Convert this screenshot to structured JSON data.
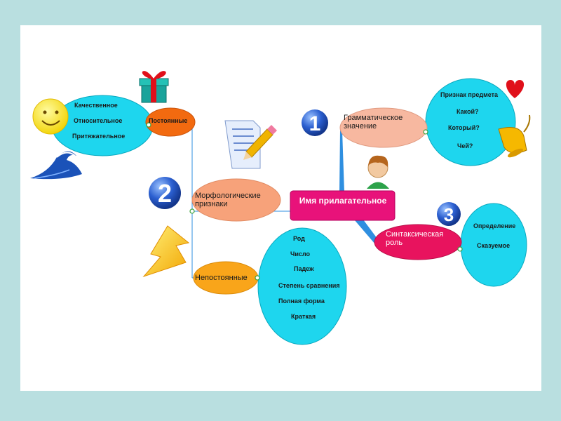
{
  "center": {
    "label": "Имя прилагательное"
  },
  "branches": {
    "grammatical": {
      "number": "1",
      "label": "Грамматическое значение",
      "items": [
        "Признак предмета",
        "Какой?",
        "Который?",
        "Чей?"
      ]
    },
    "morphological": {
      "number": "2",
      "label": "Морфологические признаки",
      "constant": {
        "label": "Постоянные",
        "items": [
          "Качественное",
          "Относительное",
          "Притяжательное"
        ]
      },
      "variable": {
        "label": "Непостоянные",
        "items": [
          "Род",
          "Число",
          "Падеж",
          "Степень сравнения",
          "Полная форма",
          "Краткая"
        ]
      }
    },
    "syntactic": {
      "number": "3",
      "label": "Синтаксическая роль",
      "items": [
        "Определение",
        "Сказуемое"
      ]
    }
  },
  "colors": {
    "background": "#b9dfe0",
    "slide": "#ffffff",
    "center": "#e8127a",
    "grammatical": "#f7b8a0",
    "morphological": "#f7a27a",
    "constant": "#f26a10",
    "variable": "#f9a51a",
    "syntactic": "#e8135e",
    "cluster": "#1ed6ee",
    "number_badge": "#2b5fd0",
    "link": "#2f8fe0"
  },
  "icons": [
    "gift-icon",
    "sun-face-icon",
    "wave-icon",
    "document-pencil-icon",
    "person-icon",
    "heart-icon",
    "bell-icon",
    "lightning-icon"
  ]
}
